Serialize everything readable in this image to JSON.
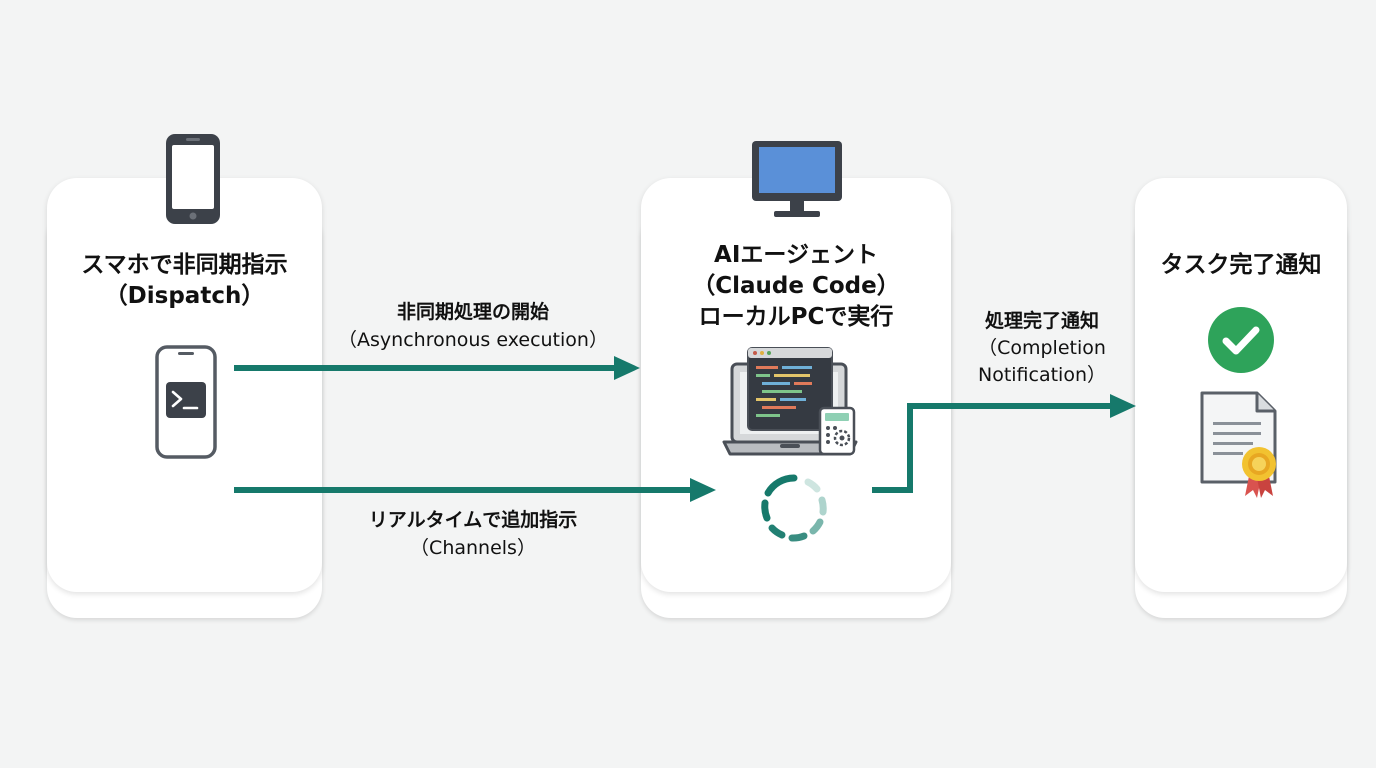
{
  "cards": {
    "dispatch": {
      "title_line1": "スマホで非同期指示",
      "title_line2": "（Dispatch）"
    },
    "agent": {
      "title_line1": "AIエージェント",
      "title_line2": "（Claude Code）",
      "title_line3": "ローカルPCで実行"
    },
    "done": {
      "title_line1": "タスク完了通知"
    }
  },
  "arrows": {
    "async": {
      "label_line1": "非同期処理の開始",
      "label_line2": "（Asynchronous execution）"
    },
    "realtime": {
      "label_line1": "リアルタイムで追加指示",
      "label_line2": "（Channels）"
    },
    "complete": {
      "label_line1": "処理完了通知",
      "label_line2": "（Completion",
      "label_line3": "Notification）"
    }
  },
  "colors": {
    "accent": "#16796b",
    "success": "#2ea35a",
    "icon_dark": "#3c4149",
    "screen_blue": "#5a90d8"
  },
  "icons": {
    "phone_top": "smartphone-icon",
    "phone_terminal": "phone-terminal-icon",
    "monitor": "desktop-monitor-icon",
    "laptop": "laptop-code-icon",
    "spinner": "loading-spinner-icon",
    "check": "check-circle-icon",
    "certificate": "certificate-document-icon"
  }
}
